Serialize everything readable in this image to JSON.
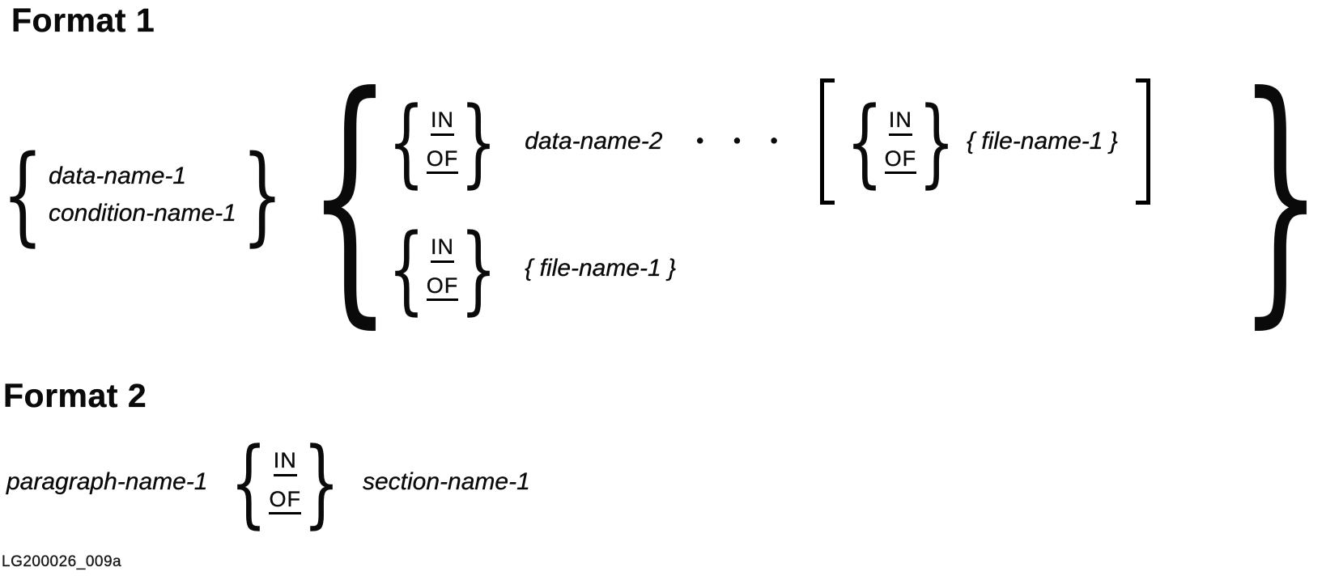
{
  "page": {
    "background": "#ffffff",
    "text_color": "#0a0a0a"
  },
  "symbols": {
    "open_brace": "{",
    "close_brace": "}",
    "ellipsis": "• • •"
  },
  "format1": {
    "heading": "Format 1",
    "choice": {
      "option1": "data-name-1",
      "option2": "condition-name-1"
    },
    "row1": {
      "keyword_in": "IN",
      "keyword_of": "OF",
      "operand": "data-name-2",
      "optional": {
        "keyword_in": "IN",
        "keyword_of": "OF",
        "operand": "{ file-name-1 }"
      }
    },
    "row2": {
      "keyword_in": "IN",
      "keyword_of": "OF",
      "operand": "{ file-name-1 }"
    }
  },
  "format2": {
    "heading": "Format 2",
    "left_operand": "paragraph-name-1",
    "keyword_in": "IN",
    "keyword_of": "OF",
    "right_operand": "section-name-1"
  },
  "figure_id": "LG200026_009a"
}
